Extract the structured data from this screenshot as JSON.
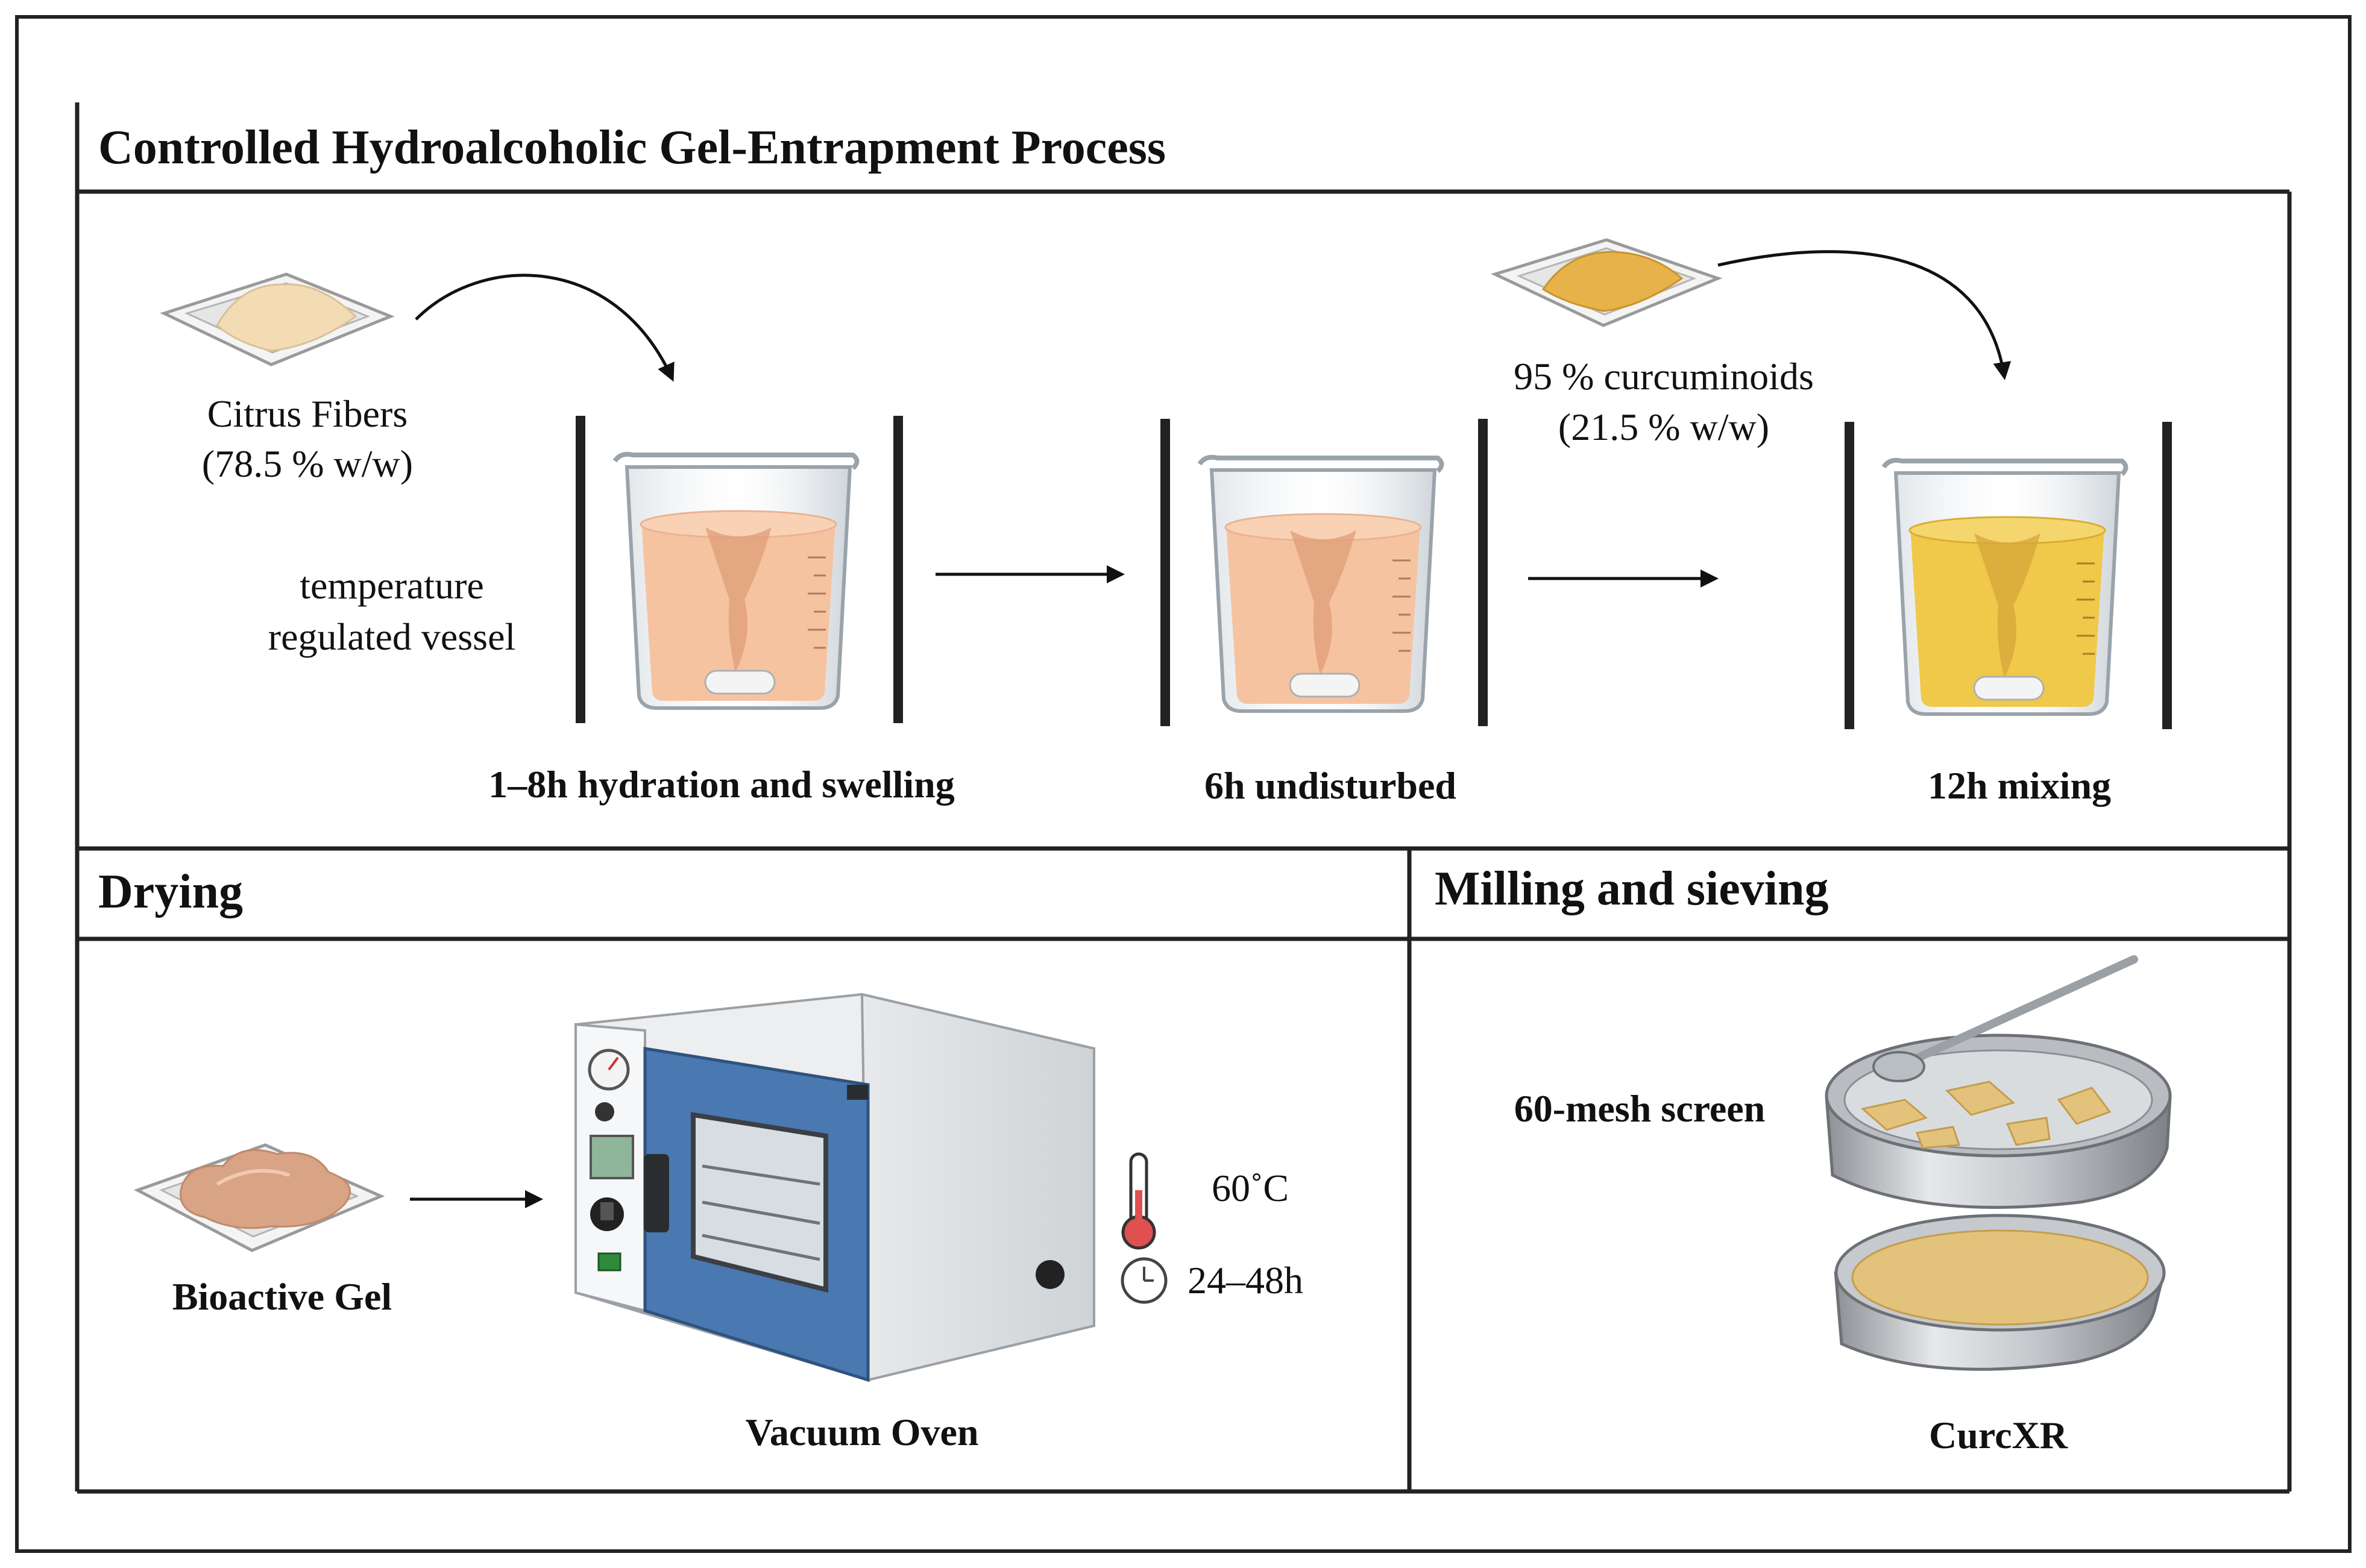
{
  "sections": {
    "process_title": "Controlled Hydroalcoholic Gel-Entrapment Process",
    "drying_title": "Drying",
    "milling_title": "Milling and sieving"
  },
  "process": {
    "citrus_name": "Citrus Fibers",
    "citrus_amount": "(78.5 % w/w)",
    "vessel_line1": "temperature",
    "vessel_line2": "regulated vessel",
    "curcumin_name": "95 % curcuminoids",
    "curcumin_amount": "(21.5 % w/w)",
    "step1": "1–8h hydration and swelling",
    "step2": "6h undisturbed",
    "step3": "12h mixing"
  },
  "drying": {
    "gel_label": "Bioactive Gel",
    "oven_label": "Vacuum Oven",
    "temperature": "60˚C",
    "duration": "24–48h"
  },
  "milling": {
    "screen_label": "60-mesh screen",
    "product_label": "CurcXR"
  },
  "colors": {
    "citrus_powder": "#f3dcb4",
    "curcumin_powder": "#e8b24a",
    "liquid_peach": "#f6c3a1",
    "liquid_yellow": "#f0c84a",
    "oven_door": "#4a78b0",
    "gel": "#d9a486"
  }
}
